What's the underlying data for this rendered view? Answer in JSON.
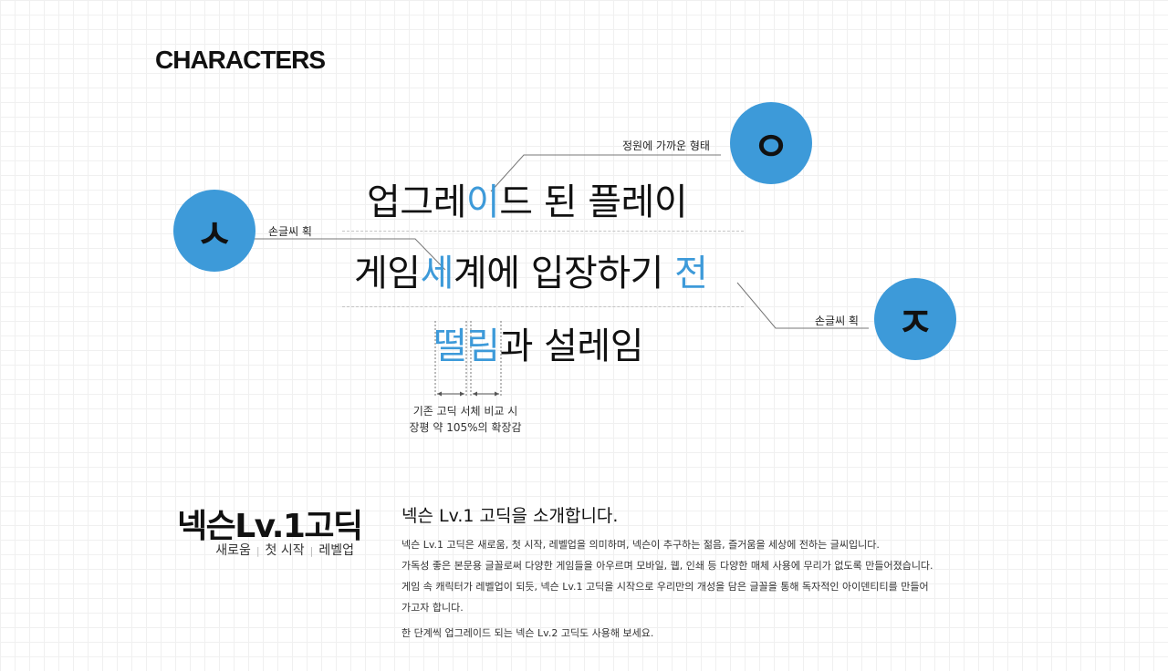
{
  "section": {
    "title": "CHARACTERS"
  },
  "showcase": {
    "line1": {
      "before": "업그레",
      "highlight": "이",
      "after": "드 된 플레이"
    },
    "line2": {
      "before": "게임",
      "highlight": "세",
      "middle": "계에 입장하기 ",
      "highlight2": "전"
    },
    "line3": {
      "highlight": "떨림",
      "after": "과 설레임"
    }
  },
  "annotations": {
    "circle_left": {
      "glyph": "ㅅ",
      "label": "손글씨 획"
    },
    "circle_top": {
      "glyph": "ㅇ",
      "label": "정원에 가까운 형태"
    },
    "circle_right": {
      "glyph": "ㅈ",
      "label": "손글씨 획"
    },
    "width_caption": {
      "line1": "기존 고딕 서체 비교 시",
      "line2": "장평 약 105%의 확장감"
    }
  },
  "brand": {
    "name": "넥슨Lv.1고딕",
    "tags": [
      "새로움",
      "첫 시작",
      "레벨업"
    ]
  },
  "intro": {
    "title": "넥슨 Lv.1 고딕을 소개합니다.",
    "paragraphs": [
      "넥슨 Lv.1 고딕은 새로움, 첫 시작, 레벨업을 의미하며, 넥슨이 추구하는 젊음, 즐거움을 세상에 전하는 글씨입니다.",
      "가독성 좋은 본문용 글꼴로써 다양한 게임들을 아우르며 모바일, 웹, 인쇄 등 다양한 매체 사용에 무리가 없도록 만들어졌습니다.",
      "게임 속 캐릭터가 레벨업이 되듯, 넥슨 Lv.1 고딕을 시작으로 우리만의 개성을 담은 글꼴을 통해 독자적인 아이덴티티를 만들어",
      "가고자 합니다."
    ],
    "closing": "한 단계씩 업그레이드 되는 넥슨 Lv.2 고딕도 사용해 보세요."
  },
  "colors": {
    "accent": "#3d9ad9",
    "text": "#111111"
  }
}
